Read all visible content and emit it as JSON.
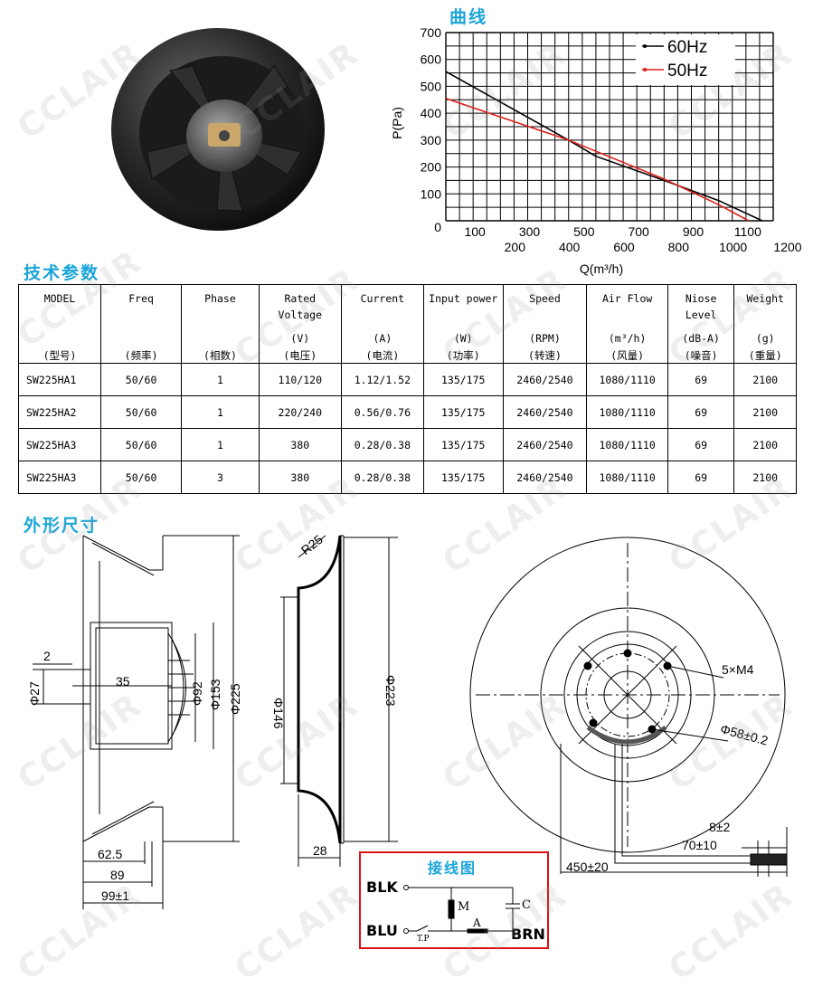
{
  "watermark": "CCLAIR",
  "curve_section": {
    "title": "曲线"
  },
  "chart_data": {
    "type": "line",
    "title": "曲线",
    "xlabel": "Q(m³/h)",
    "ylabel": "P(Pa)",
    "xlim": [
      0,
      1200
    ],
    "ylim": [
      0,
      700
    ],
    "x_ticks_row1": [
      "100",
      "300",
      "500",
      "700",
      "900",
      "1100"
    ],
    "x_ticks_row2": [
      "200",
      "400",
      "600",
      "800",
      "1000",
      "1200"
    ],
    "y_ticks": [
      "700",
      "600",
      "500",
      "400",
      "300",
      "200",
      "100",
      "0"
    ],
    "grid": true,
    "legend_position": "top-right",
    "series": [
      {
        "name": "60Hz",
        "color": "#000000",
        "points": [
          [
            0,
            555
          ],
          [
            450,
            300
          ],
          [
            550,
            240
          ],
          [
            800,
            150
          ],
          [
            1000,
            75
          ],
          [
            1160,
            0
          ]
        ]
      },
      {
        "name": "50Hz",
        "color": "#e0201b",
        "points": [
          [
            0,
            455
          ],
          [
            450,
            300
          ],
          [
            800,
            155
          ],
          [
            1000,
            60
          ],
          [
            1110,
            0
          ]
        ]
      }
    ]
  },
  "spec_section": {
    "title": "技术参数"
  },
  "spec_table": {
    "headers": [
      {
        "en": "MODEL",
        "unit": "",
        "cn": "(型号)"
      },
      {
        "en": "Freq",
        "unit": "",
        "cn": "(频率)"
      },
      {
        "en": "Phase",
        "unit": "",
        "cn": "(相数)"
      },
      {
        "en": "Rated Voltage",
        "unit": "(V)",
        "cn": "(电压)"
      },
      {
        "en": "Current",
        "unit": "(A)",
        "cn": "(电流)"
      },
      {
        "en": "Input power",
        "unit": "(W)",
        "cn": "(功率)"
      },
      {
        "en": "Speed",
        "unit": "(RPM)",
        "cn": "(转速)"
      },
      {
        "en": "Air Flow",
        "unit": "(m³/h)",
        "cn": "(风量)"
      },
      {
        "en": "Niose Level",
        "unit": "(dB-A)",
        "cn": "(噪音)"
      },
      {
        "en": "Weight",
        "unit": "(g)",
        "cn": "(重量)"
      }
    ],
    "rows": [
      [
        "SW225HA1",
        "50/60",
        "1",
        "110/120",
        "1.12/1.52",
        "135/175",
        "2460/2540",
        "1080/1110",
        "69",
        "2100"
      ],
      [
        "SW225HA2",
        "50/60",
        "1",
        "220/240",
        "0.56/0.76",
        "135/175",
        "2460/2540",
        "1080/1110",
        "69",
        "2100"
      ],
      [
        "SW225HA3",
        "50/60",
        "1",
        "380",
        "0.28/0.38",
        "135/175",
        "2460/2540",
        "1080/1110",
        "69",
        "2100"
      ],
      [
        "SW225HA3",
        "50/60",
        "3",
        "380",
        "0.28/0.38",
        "135/175",
        "2460/2540",
        "1080/1110",
        "69",
        "2100"
      ]
    ]
  },
  "dims_section": {
    "title": "外形尺寸"
  },
  "dimensions": {
    "side": {
      "d2": "2",
      "d27": "Φ27",
      "d35": "35",
      "d92": "Φ92",
      "d153": "Φ153",
      "d225": "Φ225",
      "d625": "62.5",
      "d89": "89",
      "d99": "99±1"
    },
    "profile": {
      "r25": "R25",
      "d146": "Φ146",
      "d223": "Φ223",
      "d28": "28"
    },
    "front": {
      "screws": "5×M4",
      "pcd": "Φ58±0.2",
      "lead": "450±20",
      "strip": "8±2",
      "strip2": "70±10"
    }
  },
  "wiring": {
    "title": "接线图",
    "blk": "BLK",
    "blu": "BLU",
    "brn": "BRN",
    "m": "M",
    "c": "C",
    "a": "A",
    "tp": "T.P"
  }
}
